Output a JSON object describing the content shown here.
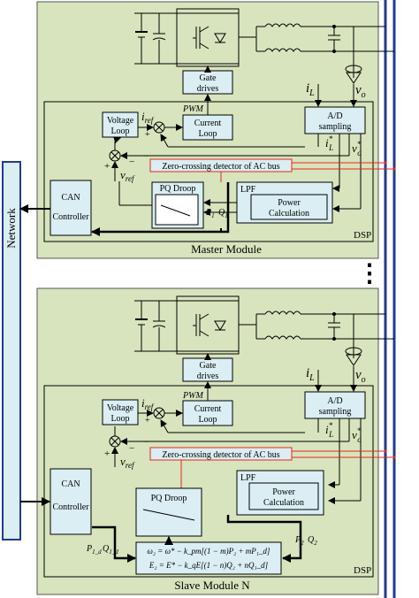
{
  "network": "Network",
  "dots": "⋮",
  "master": {
    "title": "Master Module",
    "dsp": "DSP",
    "gate": [
      "Gate",
      "drives"
    ],
    "pwm": "PWM",
    "voltage_loop": [
      "Voltage",
      "Loop"
    ],
    "current_loop": [
      "Current",
      "Loop"
    ],
    "ad": [
      "A/D",
      "sampling"
    ],
    "zcd": "Zero-crossing detector of AC bus",
    "can": [
      "CAN",
      "Controller"
    ],
    "pq": "PQ Droop",
    "lpf": "LPF",
    "power_calc": [
      "Power",
      "Calculation"
    ],
    "iL": "i",
    "iL_sub": "L",
    "vo": "v",
    "vo_sub": "o",
    "iref": "i",
    "iref_sub": "ref",
    "vref": "v",
    "vref_sub": "ref",
    "iL_star": "i",
    "iL_star_sub": "L",
    "vo_star": "v",
    "vo_star_sub": "o",
    "p1": "P",
    "p1_sub": "1",
    "q1": "Q",
    "q1_sub": "1"
  },
  "slave": {
    "title": "Slave Module N",
    "dsp": "DSP",
    "gate": [
      "Gate",
      "drives"
    ],
    "pwm": "PWM",
    "voltage_loop": [
      "Voltage",
      "Loop"
    ],
    "current_loop": [
      "Current",
      "Loop"
    ],
    "ad": [
      "A/D",
      "sampling"
    ],
    "zcd": "Zero-crossing detector of AC bus",
    "can": [
      "CAN",
      "Controller"
    ],
    "pq": "PQ Droop",
    "lpf": "LPF",
    "power_calc": [
      "Power",
      "Calculation"
    ],
    "p1d": "P",
    "p1d_sub": "1_d",
    "q1d": "Q",
    "q1d_sub": "1_d",
    "p2": "P",
    "p2_sub": "2",
    "q2": "Q",
    "q2_sub": "2",
    "eq1": "ω₂ = ω* − k_pm[(1 − m)P₂ + mP₁_d]",
    "eq2": "E₂ = E* − k_qE[(1 − n)Q₂ + nQ₁_d]"
  },
  "colors": {
    "module_bg": "#d7e4bd",
    "block_bg": "#daeef3",
    "bus": "#1f3c8f",
    "red": "#e8261c"
  }
}
